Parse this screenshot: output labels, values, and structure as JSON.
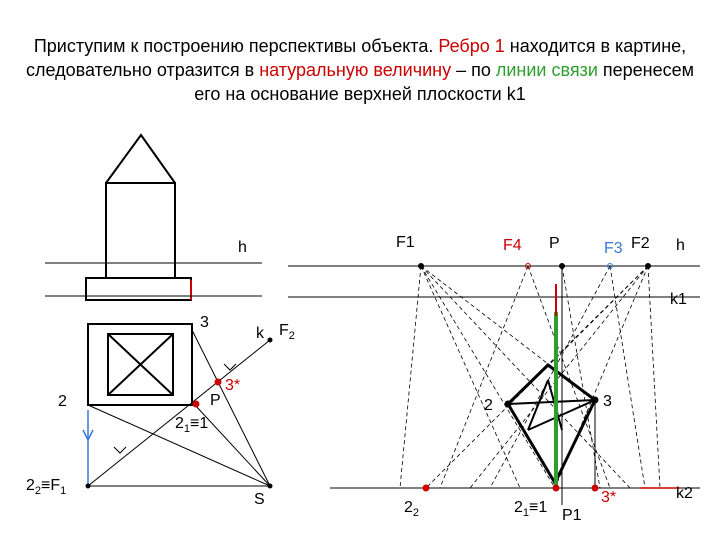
{
  "title": {
    "part1": "Приступим к построению перспективы объекта. ",
    "part2": "Ребро 1",
    "part3": " находится в картине, следовательно отразится в ",
    "part4": "натуральную величину",
    "part5": " – по ",
    "part6": "линии связи",
    "part7": " перенесем его на основание верхней плоскости k1"
  },
  "labels": {
    "h_left": "h",
    "three_left": "3",
    "k_left": "k",
    "f2_left": "F",
    "f2_left_sub": "2",
    "three_star_left": "3*",
    "two_left": "2",
    "p_left": "P",
    "twoone_left_a": "2",
    "twoone_left_sub": "1",
    "twoone_left_b": "≡1",
    "twotwo_left_a": "2",
    "twotwo_left_sub": "2",
    "twotwo_left_b": "≡F",
    "twotwo_left_sub2": "1",
    "s_left": "S",
    "f1_right": "F1",
    "f4_right": "F4",
    "p_right": "P",
    "f3_right": "F3",
    "f2_right": "F2",
    "h_right": "h",
    "k1_right": "k1",
    "two_right": "2",
    "three_right": "3",
    "twotwo_right_a": "2",
    "twotwo_right_sub": "2",
    "twoone_right_a": "2",
    "twoone_right_sub": "1",
    "twoone_right_b": "≡1",
    "p1_right": "P1",
    "three_star_right": "3*",
    "k2_right": "k2"
  },
  "colors": {
    "line": "#000000",
    "red": "#cc0000",
    "green": "#2e9e2e",
    "blue": "#3b78d8"
  }
}
